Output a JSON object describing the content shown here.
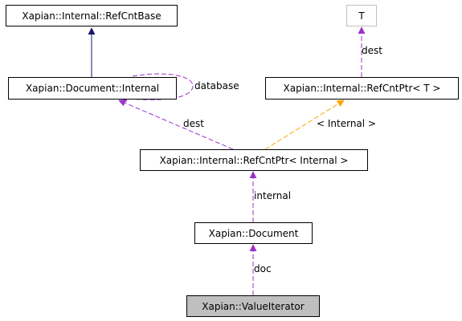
{
  "colors": {
    "inheritance": "#191970",
    "usage": "#9a32cd",
    "template": "#ffa500",
    "node_border": "#000000",
    "template_border": "#bfbfbf",
    "current_fill": "#bfbfbf"
  },
  "nodes": {
    "refcntbase": "Xapian::Internal::RefCntBase",
    "t_param": "T",
    "doc_internal": "Xapian::Document::Internal",
    "refcntptr_t": "Xapian::Internal::RefCntPtr< T >",
    "refcntptr_internal": "Xapian::Internal::RefCntPtr< Internal >",
    "document": "Xapian::Document",
    "valueiterator": "Xapian::ValueIterator"
  },
  "edge_labels": {
    "database": "database",
    "dest_t": "dest",
    "dest_internal": "dest",
    "internal_template": "< Internal >",
    "internal": "internal",
    "doc": "doc"
  }
}
